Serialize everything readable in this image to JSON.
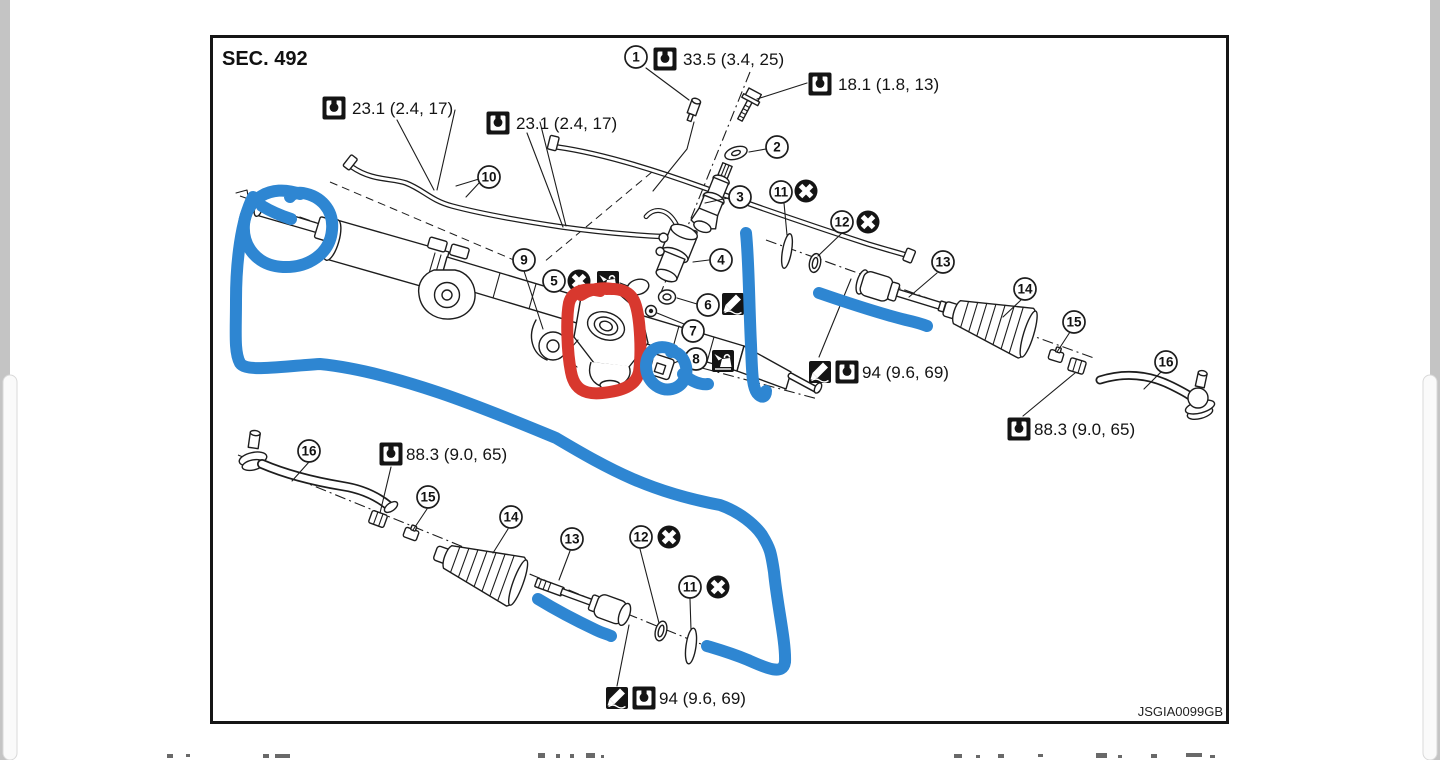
{
  "page": {
    "sec_label": "SEC. 492",
    "figure_code": "JSGIA0099GB"
  },
  "torque_labels": {
    "bolt_top": "33.5 (3.4, 25)",
    "bolt_mount": "18.1 (1.8, 13)",
    "pipe_left": "23.1 (2.4, 17)",
    "pipe_right": "23.1 (2.4, 17)",
    "inner_socket_top": "94 (9.6, 69)",
    "inner_socket_bottom": "94 (9.6, 69)",
    "locknut_right": "88.3 (9.0, 65)",
    "locknut_left": "88.3 (9.0, 65)"
  },
  "parts": {
    "p1": "1",
    "p2": "2",
    "p3": "3",
    "p4": "4",
    "p5": "5",
    "p6": "6",
    "p7": "7",
    "p8": "8",
    "p9": "9",
    "p10": "10",
    "p11": "11",
    "p12": "12",
    "p13": "13",
    "p14": "14",
    "p15": "15",
    "p16": "16"
  },
  "icons": {
    "torque": "torque-wrench-icon",
    "do_not_reuse": "do-not-reuse-x-icon",
    "apply_fluid": "oil-can-icon",
    "apply_grease": "grease-pen-icon"
  },
  "annotations": {
    "marker_blue": "#2e86d2",
    "marker_red": "#d8382e"
  }
}
